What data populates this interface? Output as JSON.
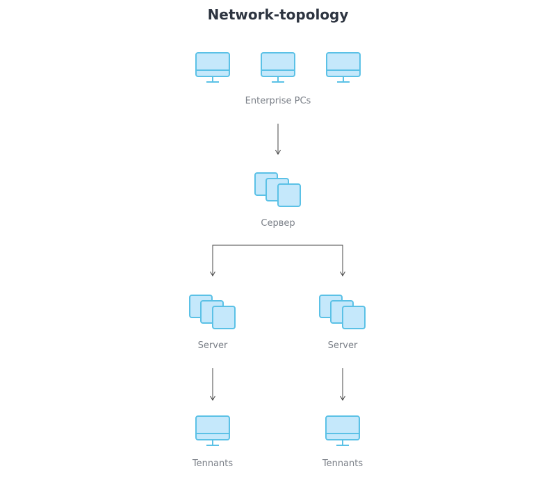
{
  "title": "Network-topology",
  "colors": {
    "icon_fill": "#c5e8fb",
    "icon_stroke": "#5bc1e6",
    "title_text": "#2d3440",
    "label_text": "#7a7f87",
    "connector": "#444444"
  },
  "nodes": {
    "enterprise_pcs": {
      "label": "Enterprise PCs",
      "icon": "monitor-icon"
    },
    "main_server": {
      "label": "Сервер",
      "icon": "server-stack-icon"
    },
    "server_left": {
      "label": "Server",
      "icon": "server-stack-icon"
    },
    "server_right": {
      "label": "Server",
      "icon": "server-stack-icon"
    },
    "tenants_left": {
      "label": "Tennants",
      "icon": "monitor-icon"
    },
    "tenants_right": {
      "label": "Tennants",
      "icon": "monitor-icon"
    }
  }
}
